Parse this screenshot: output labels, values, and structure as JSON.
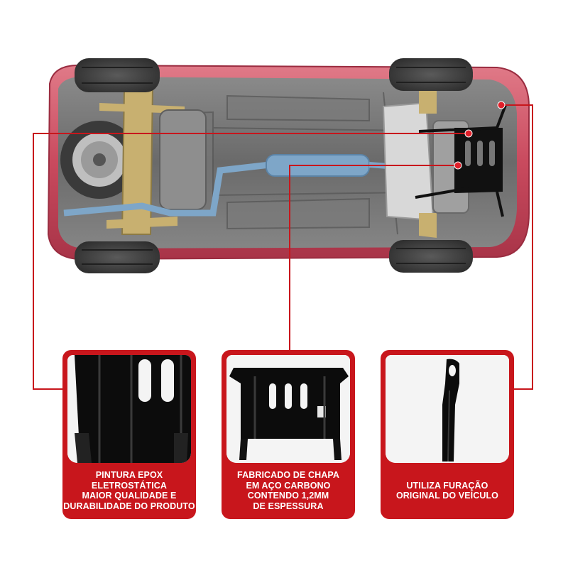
{
  "cards": [
    {
      "caption_lines": [
        "PINTURA EPOX",
        "ELETROSTÁTICA",
        "MAIOR QUALIDADE E",
        "DURABILIDADE DO PRODUTO"
      ]
    },
    {
      "caption_lines": [
        "FABRICADO DE CHAPA",
        "EM AÇO CARBONO",
        "CONTENDO 1,2MM",
        "DE ESPESSURA"
      ]
    },
    {
      "caption_lines": [
        "UTILIZA FURAÇÃO",
        "ORIGINAL DO VEÍCULO"
      ]
    }
  ],
  "colors": {
    "accent": "#c8161c",
    "car_body": "#c94a5e",
    "underbody": "#6f6f6f",
    "exhaust": "#7ea6c8",
    "suspension": "#c8b070",
    "plate": "#111111"
  },
  "icons": [
    "car-underbody-image",
    "skid-plate-closeup-image",
    "skid-plate-full-image",
    "mounting-bracket-image"
  ]
}
